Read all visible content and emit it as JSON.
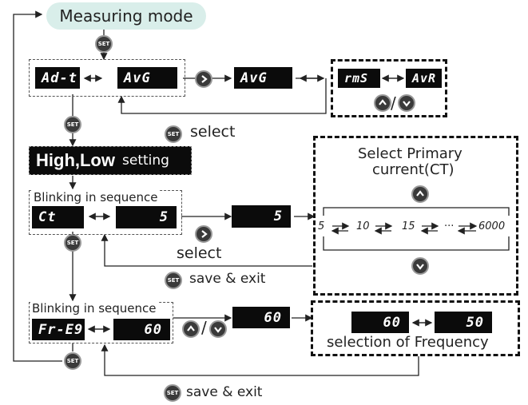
{
  "title": "Measuring mode",
  "set_label": "SET",
  "lcd": {
    "adt": "Ad-t",
    "avg1": "AvG",
    "avg2": "AvG",
    "rms": "rmS",
    "avr": "AvR",
    "ct": "Ct",
    "ct_val": "5",
    "ct_val2": "5",
    "freq": "Fr-E9",
    "freq_val": "60",
    "freq_val2": "60",
    "freq_60": "60",
    "freq_50": "50"
  },
  "labels": {
    "select1": "select",
    "high_low_big": "High,Low",
    "high_low_small": "setting",
    "blinking1": "Blinking in sequence",
    "blinking2": "Blinking in sequence",
    "ct_title_line1": "Select Primary",
    "ct_title_line2": "current(CT)",
    "select2": "select",
    "save_exit1": "save & exit",
    "slash1": "/",
    "slash2": "/",
    "freq_title": "selection of Frequency",
    "save_exit2": "save & exit"
  },
  "ct_sequence": [
    "5",
    "10",
    "15",
    "···",
    "6000"
  ]
}
